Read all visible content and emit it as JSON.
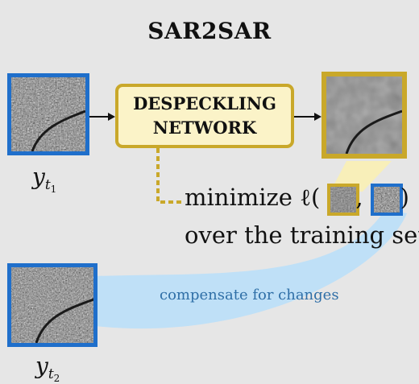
{
  "title": "SAR2SAR",
  "network": {
    "line1": "DESPECKLING",
    "line2": "NETWORK"
  },
  "labels": {
    "y_t1": {
      "base": "y",
      "sub": "t",
      "subsub": "1"
    },
    "y_t2": {
      "base": "y",
      "sub": "t",
      "subsub": "2"
    }
  },
  "loss": {
    "prefix": "minimize ℓ(",
    "comma": ",",
    "suffix": ")",
    "line2": "over the training set"
  },
  "compensate_text": "compensate for changes",
  "colors": {
    "input_border": "#1f6fcb",
    "output_border": "#c9a82a",
    "network_fill": "#fbf3c8",
    "flow_band": "#bfe0f7",
    "output_band": "#f8efb9",
    "compensate_text": "#2f6fa7",
    "background": "#e6e6e6"
  },
  "icons": {
    "arrow_in": "arrow-right-icon",
    "arrow_out": "arrow-right-icon",
    "dashed_connector": "dashed-elbow-connector"
  }
}
